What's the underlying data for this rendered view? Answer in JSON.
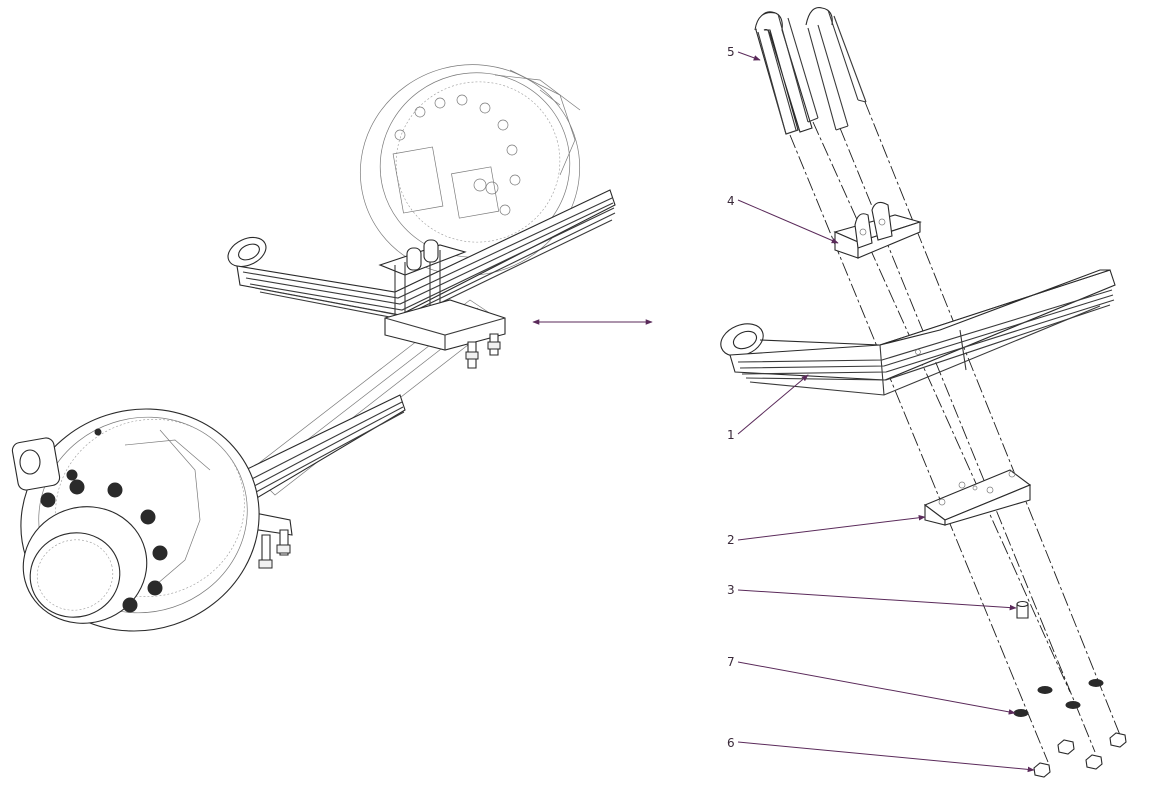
{
  "callouts": [
    {
      "id": "c1",
      "label": "1"
    },
    {
      "id": "c2",
      "label": "2"
    },
    {
      "id": "c3",
      "label": "3"
    },
    {
      "id": "c4",
      "label": "4"
    },
    {
      "id": "c5",
      "label": "5"
    },
    {
      "id": "c6",
      "label": "6"
    },
    {
      "id": "c7",
      "label": "7"
    }
  ],
  "colors": {
    "line": "#2a2a2a",
    "leader": "#5a2a5a",
    "background": "#ffffff"
  }
}
